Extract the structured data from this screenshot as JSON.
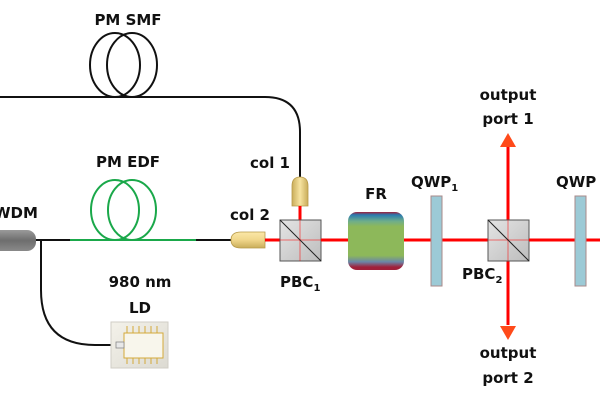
{
  "diagram": {
    "title": "",
    "components": {
      "pm_smf": {
        "label": "PM SMF"
      },
      "pm_edf": {
        "label": "PM EDF"
      },
      "wdm": {
        "label": "WDM"
      },
      "ld": {
        "label_line1": "980 nm",
        "label_line2": "LD"
      },
      "col1": {
        "label": "col 1"
      },
      "col2": {
        "label": "col 2"
      },
      "pbc1": {
        "label": "PBC",
        "subscript": "1"
      },
      "fr": {
        "label": "FR"
      },
      "qwp1": {
        "label": "QWP",
        "subscript": "1"
      },
      "pbc2": {
        "label": "PBC",
        "subscript": "2"
      },
      "qwp2": {
        "label": "QWP"
      },
      "output1": {
        "label_line1": "output",
        "label_line2": "port 1"
      },
      "output2": {
        "label_line1": "output",
        "label_line2": "port 2"
      }
    },
    "colors": {
      "fiber": "#111111",
      "gain_fiber": "#1aa84a",
      "beam": "#ff0000",
      "arrow": "#ff4a1a",
      "collimator": "#f2d98c",
      "cube": "#d0d0d0",
      "waveplate": "#9ccad6",
      "fr_body": "#8db85a",
      "fr_top": "#2a7ab0",
      "fr_bottom": "#a0203a",
      "wdm": "#7a7a7a"
    }
  }
}
